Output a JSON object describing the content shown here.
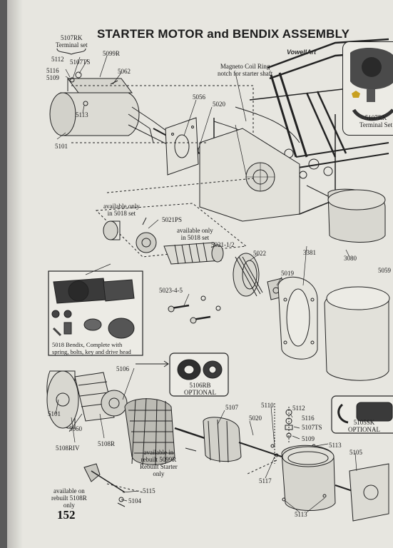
{
  "header": {
    "title": "STARTER MOTOR and BENDIX ASSEMBLY",
    "brand": "VowellArt"
  },
  "page_number": "152",
  "callouts": {
    "magneto_note": [
      "Magneto Coil Ring",
      "notch for starter shaft"
    ],
    "p5107RK_left": [
      "5107RK",
      "Terminal set"
    ],
    "p5107RK_inset": [
      "5107RK",
      "Terminal Set"
    ],
    "p5099R": "5099R",
    "p5112_top": "5112",
    "p5107TS_top": "5107TS",
    "p5116_top": "5116",
    "p5109_top": "5109",
    "p5062": "5062",
    "p5113_top": "5113",
    "p5101_top": "5101",
    "p5056": "5056",
    "p5020_top": "5020",
    "p5021PS": "5021PS",
    "avail_5018_left": [
      "available only",
      "in 5018 set"
    ],
    "avail_5018_mid": [
      "available only",
      "in 5018 set"
    ],
    "p5021_half": "5021-1/2",
    "p5022": "5022",
    "p5019": "5019",
    "p5023": "5023-4-5",
    "p3381": "3381",
    "p3080": "3080",
    "p5059": "5059",
    "bendix_caption": [
      "5018 Bendix, Complete with",
      "spring, bolts, key and drive head"
    ],
    "p5106": "5106",
    "p5106RB": [
      "5106RB",
      "OPTIONAL"
    ],
    "p5101_bottom": "5101",
    "p5060": "5060",
    "p5108RIV": "5108RIV",
    "p5108R": "5108R",
    "p5107": "5107",
    "avail_5099R": [
      "available in",
      "rebuilt 5099R",
      "Rebuilt Starter",
      "only"
    ],
    "p5020_bottom": "5020",
    "p5110": "5110",
    "p5112_bottom": "5112",
    "p5116_bottom": "5116",
    "p5107TS_bottom": "5107TS",
    "p5109_bottom": "5109",
    "p5113_mid": "5113",
    "p5117": "5117",
    "p5105": "5105",
    "p5105SK": [
      "5105SK",
      "OPTIONAL"
    ],
    "p5115": "5115",
    "p5104": "5104",
    "avail_5108R": [
      "available on",
      "rebuilt 5108R",
      "only"
    ],
    "p5113_bottom": "5113"
  }
}
